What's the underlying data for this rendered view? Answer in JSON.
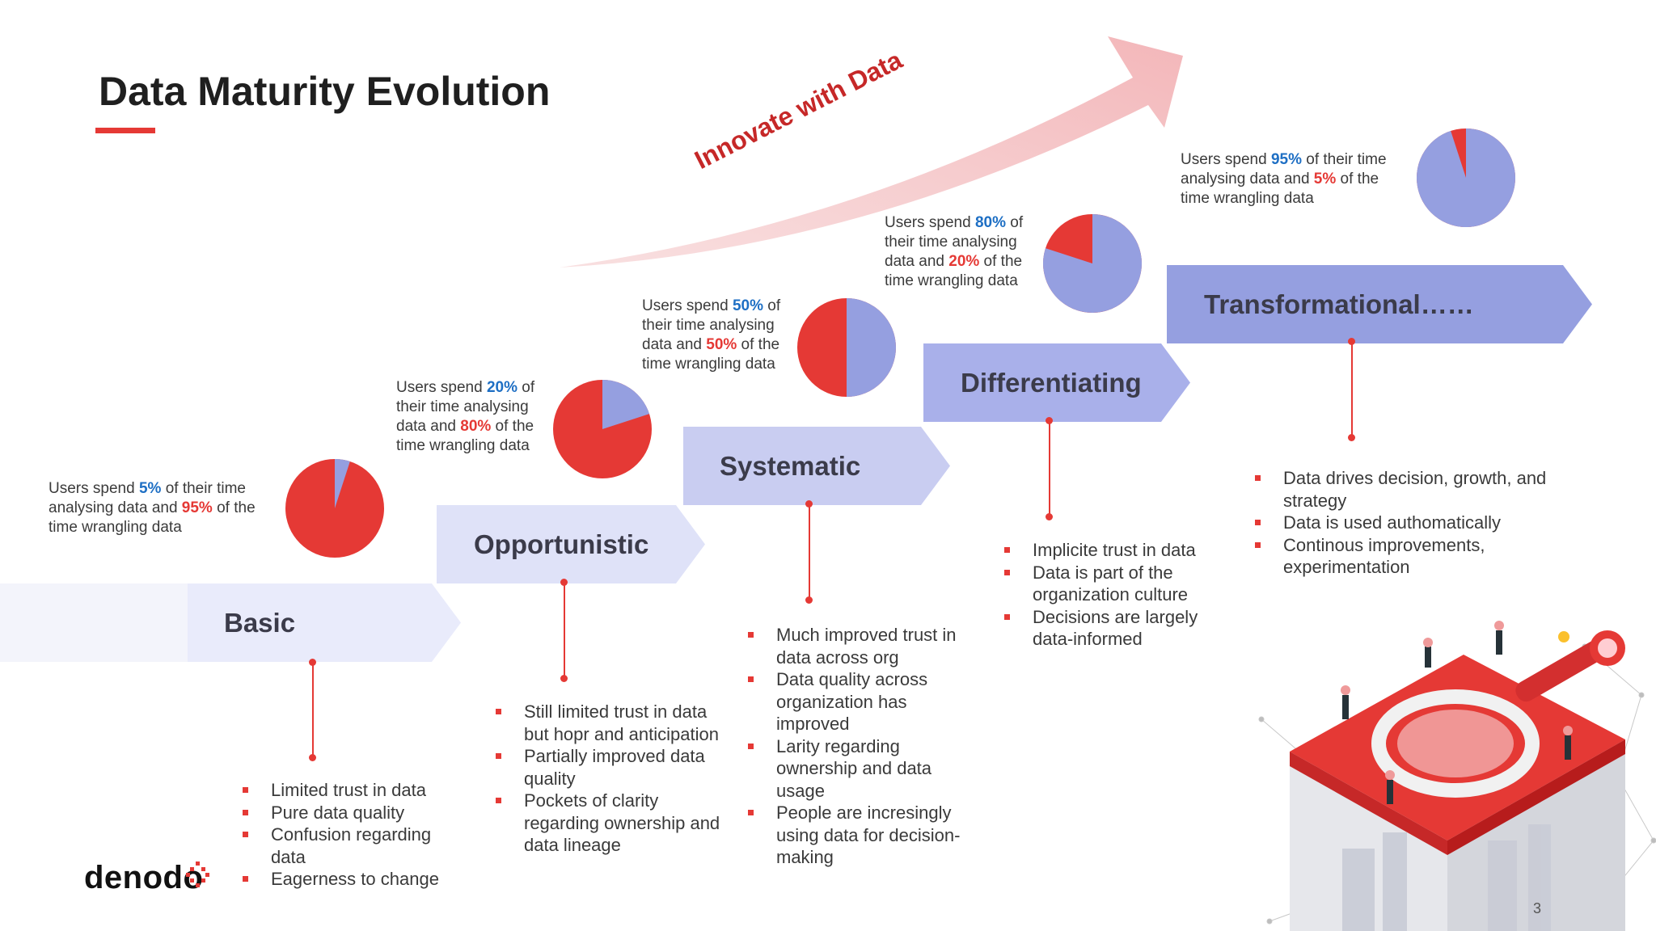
{
  "title": "Data Maturity Evolution",
  "arrow_label": "Innovate with Data",
  "colors": {
    "accent_red": "#e53935",
    "pie_analysing": "#959fe0",
    "pie_wrangling": "#e53935",
    "text_blue": "#1e6fc4"
  },
  "stages": [
    {
      "name": "Basic",
      "usage": {
        "prefix": "Users spend ",
        "analysing": "5%",
        "middle": " of their time analysing  data and ",
        "wrangling": "95%",
        "suffix": " of the time wrangling data"
      },
      "analysing_share": 5,
      "bullets": [
        "Limited trust in data",
        "Pure data quality",
        "Confusion regarding data",
        "Eagerness to change"
      ]
    },
    {
      "name": "Opportunistic",
      "usage": {
        "prefix": "Users spend ",
        "analysing": "20%",
        "middle": " of their time analysing data and ",
        "wrangling": "80%",
        "suffix": " of the time wrangling data"
      },
      "analysing_share": 20,
      "bullets": [
        "Still limited trust in data but hopr and anticipation",
        "Partially improved data quality",
        "Pockets of clarity regarding ownership and data lineage"
      ]
    },
    {
      "name": "Systematic",
      "usage": {
        "prefix": "Users spend ",
        "analysing": "50%",
        "middle": " of their time analysing data and ",
        "wrangling": "50%",
        "suffix": " of the time wrangling data"
      },
      "analysing_share": 50,
      "bullets": [
        "Much improved trust in data across org",
        "Data quality across organization has improved",
        "Larity regarding ownership and data usage",
        "People are incresingly using data for decision-making"
      ]
    },
    {
      "name": "Differentiating",
      "usage": {
        "prefix": "Users spend ",
        "analysing": "80%",
        "middle": " of their time analysing data and ",
        "wrangling": "20%",
        "suffix": " of the time wrangling data"
      },
      "analysing_share": 80,
      "bullets": [
        "Implicite trust in data",
        "Data is part of the organization culture",
        "Decisions are largely data-informed"
      ]
    },
    {
      "name": "Transformational……",
      "usage": {
        "prefix": "Users spend ",
        "analysing": "95%",
        "middle": " of their time analysing  data and ",
        "wrangling": "5%",
        "suffix": " of the time wrangling data"
      },
      "analysing_share": 95,
      "bullets": [
        "Data drives decision, growth, and strategy",
        "Data is used authomatically",
        "Continous improvements, experimentation"
      ]
    }
  ],
  "logo": "denodo",
  "page_number": "3"
}
